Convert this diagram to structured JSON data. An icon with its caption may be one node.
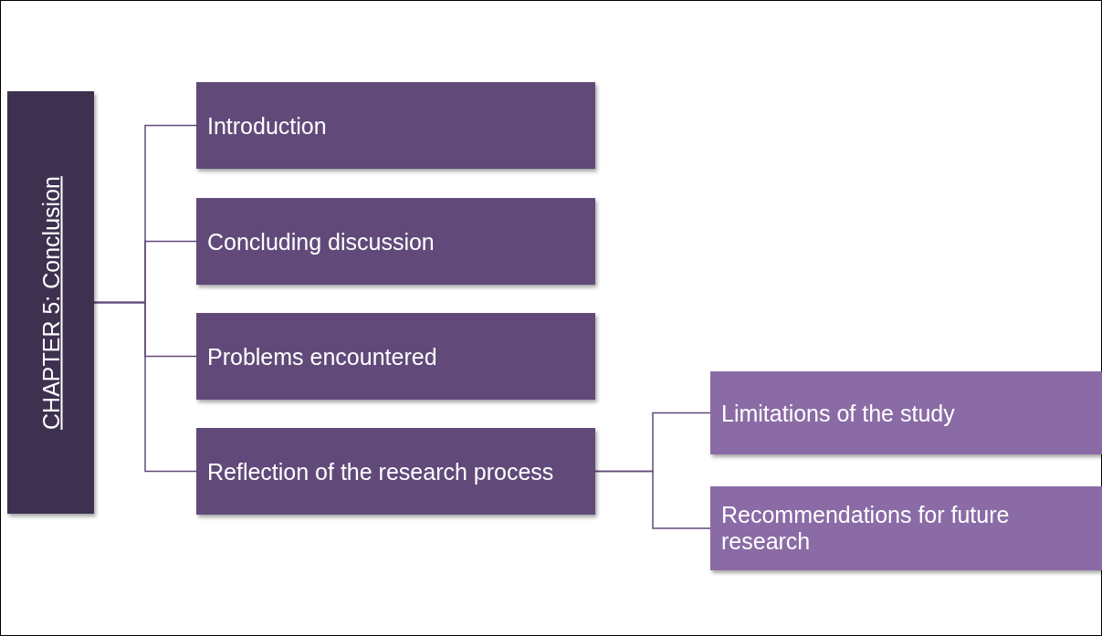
{
  "diagram": {
    "nodes": [
      {
        "text": [
          "CHAPTER 5: Conclusion"
        ]
      },
      {
        "text": [
          "Introduction"
        ]
      },
      {
        "text": [
          "Concluding discussion"
        ]
      },
      {
        "text": [
          "Problems encountered"
        ]
      },
      {
        "text": [
          "Reflection of the research process"
        ]
      },
      {
        "text": [
          "Limitations of the study"
        ]
      },
      {
        "text": [
          "Recommendations for future research"
        ]
      }
    ],
    "edges": [
      {
        "from": 0,
        "to": 1,
        "arrow": "none"
      },
      {
        "from": 0,
        "to": 2,
        "arrow": "none"
      },
      {
        "from": 0,
        "to": 3,
        "arrow": "none"
      },
      {
        "from": 0,
        "to": 4,
        "arrow": "none"
      },
      {
        "from": 4,
        "to": 5,
        "arrow": "none"
      },
      {
        "from": 4,
        "to": 6,
        "arrow": "none"
      }
    ]
  }
}
